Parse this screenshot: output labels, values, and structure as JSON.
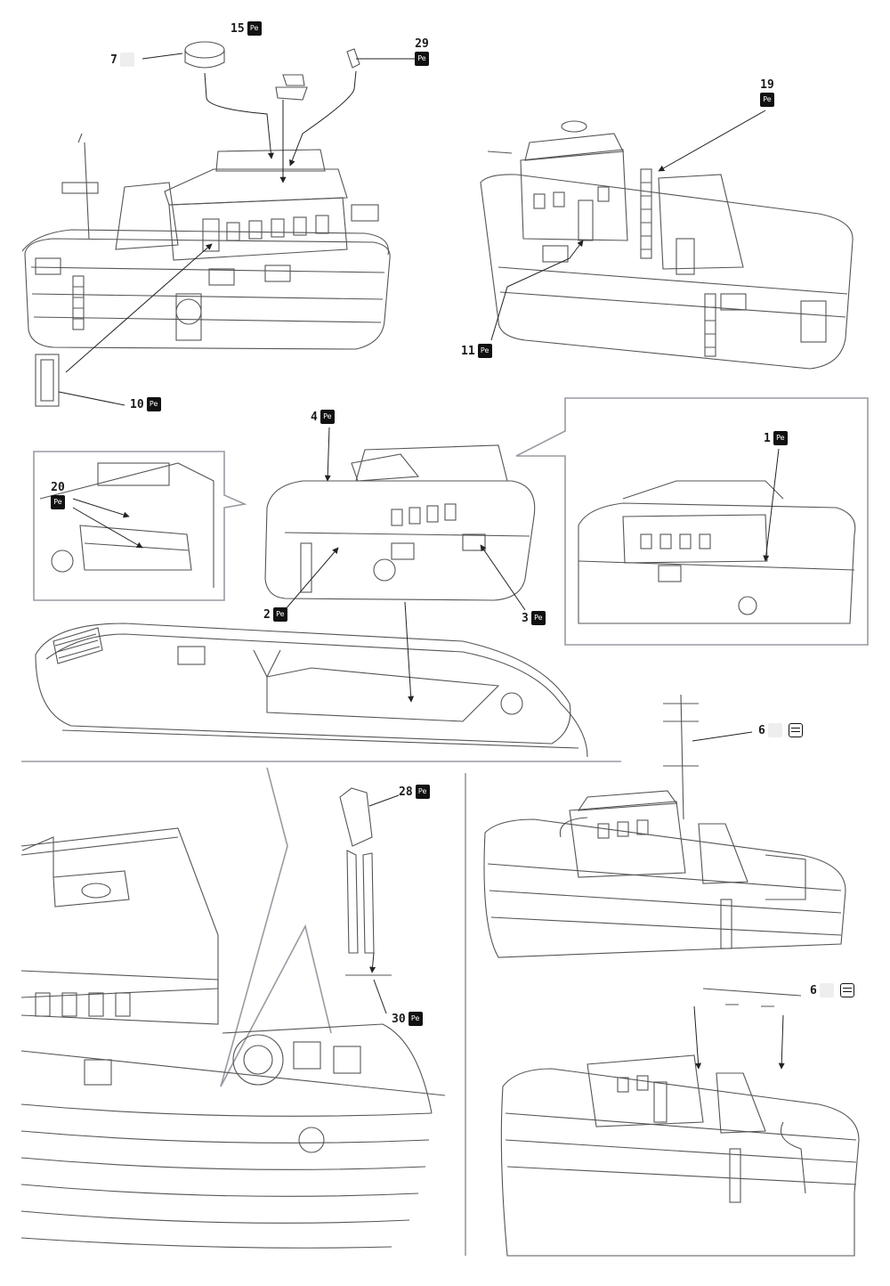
{
  "callouts": [
    {
      "id": "c7",
      "number": "7",
      "badge": "ghost"
    },
    {
      "id": "c15",
      "number": "15",
      "badge": "Pe"
    },
    {
      "id": "c29",
      "number": "29",
      "badge": "Pe",
      "stacked": true
    },
    {
      "id": "c19",
      "number": "19",
      "badge": "Pe",
      "stacked": true
    },
    {
      "id": "c10",
      "number": "10",
      "badge": "Pe"
    },
    {
      "id": "c11",
      "number": "11",
      "badge": "Pe"
    },
    {
      "id": "c4",
      "number": "4",
      "badge": "Pe"
    },
    {
      "id": "c20",
      "number": "20",
      "badge": "Pe",
      "stacked": true
    },
    {
      "id": "c1",
      "number": "1",
      "badge": "Pe"
    },
    {
      "id": "c2",
      "number": "2",
      "badge": "Pe"
    },
    {
      "id": "c3",
      "number": "3",
      "badge": "Pe"
    },
    {
      "id": "c6a",
      "number": "6",
      "badge": "ghost",
      "swap": true
    },
    {
      "id": "c28",
      "number": "28",
      "badge": "Pe"
    },
    {
      "id": "c30",
      "number": "30",
      "badge": "Pe"
    },
    {
      "id": "c6b",
      "number": "6",
      "badge": "ghost",
      "swap": true
    }
  ],
  "pe_label": "Pe",
  "colors": {
    "line": "#555555",
    "ink": "#1a1a1a",
    "frame": "#9a9aa3",
    "badge": "#111111"
  }
}
